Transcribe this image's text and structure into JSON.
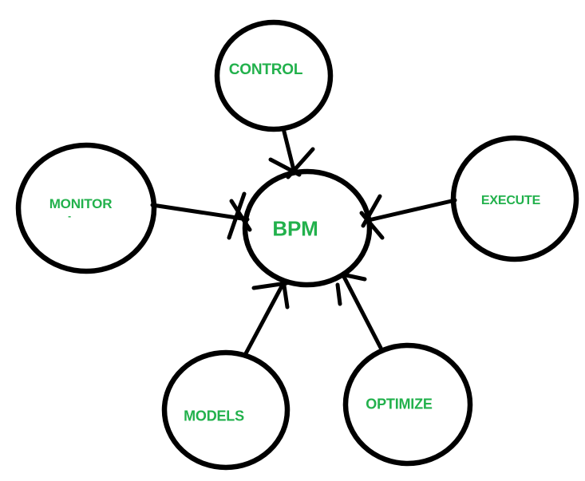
{
  "diagram": {
    "center_node": {
      "label": "BPM"
    },
    "outer_nodes": [
      {
        "id": "control",
        "label": "CONTROL",
        "position": "top"
      },
      {
        "id": "monitor",
        "label": "MONITOR",
        "position": "left"
      },
      {
        "id": "execute",
        "label": "EXECUTE",
        "position": "right"
      },
      {
        "id": "models",
        "label": "MODELS",
        "position": "bottom-left"
      },
      {
        "id": "optimize",
        "label": "OPTIMIZE",
        "position": "bottom-right"
      }
    ],
    "edges": [
      {
        "from": "CONTROL",
        "to": "BPM"
      },
      {
        "from": "MONITOR",
        "to": "BPM"
      },
      {
        "from": "EXECUTE",
        "to": "BPM"
      },
      {
        "from": "MODELS",
        "to": "BPM"
      },
      {
        "from": "OPTIMIZE",
        "to": "BPM"
      }
    ],
    "stray_mark": "-",
    "colors": {
      "label_text": "#22B14C",
      "shape_stroke": "#000000",
      "background": "#FFFFFF"
    }
  }
}
